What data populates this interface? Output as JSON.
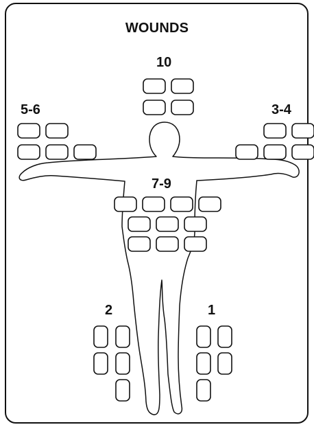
{
  "title": "WOUNDS",
  "locations": [
    {
      "id": "head",
      "label": "10"
    },
    {
      "id": "left-arm",
      "label": "5-6"
    },
    {
      "id": "right-arm",
      "label": "3-4"
    },
    {
      "id": "torso",
      "label": "7-9"
    },
    {
      "id": "left-leg",
      "label": "2"
    },
    {
      "id": "right-leg",
      "label": "1"
    }
  ],
  "colors": {
    "ink": "#111111",
    "paper": "#ffffff"
  }
}
